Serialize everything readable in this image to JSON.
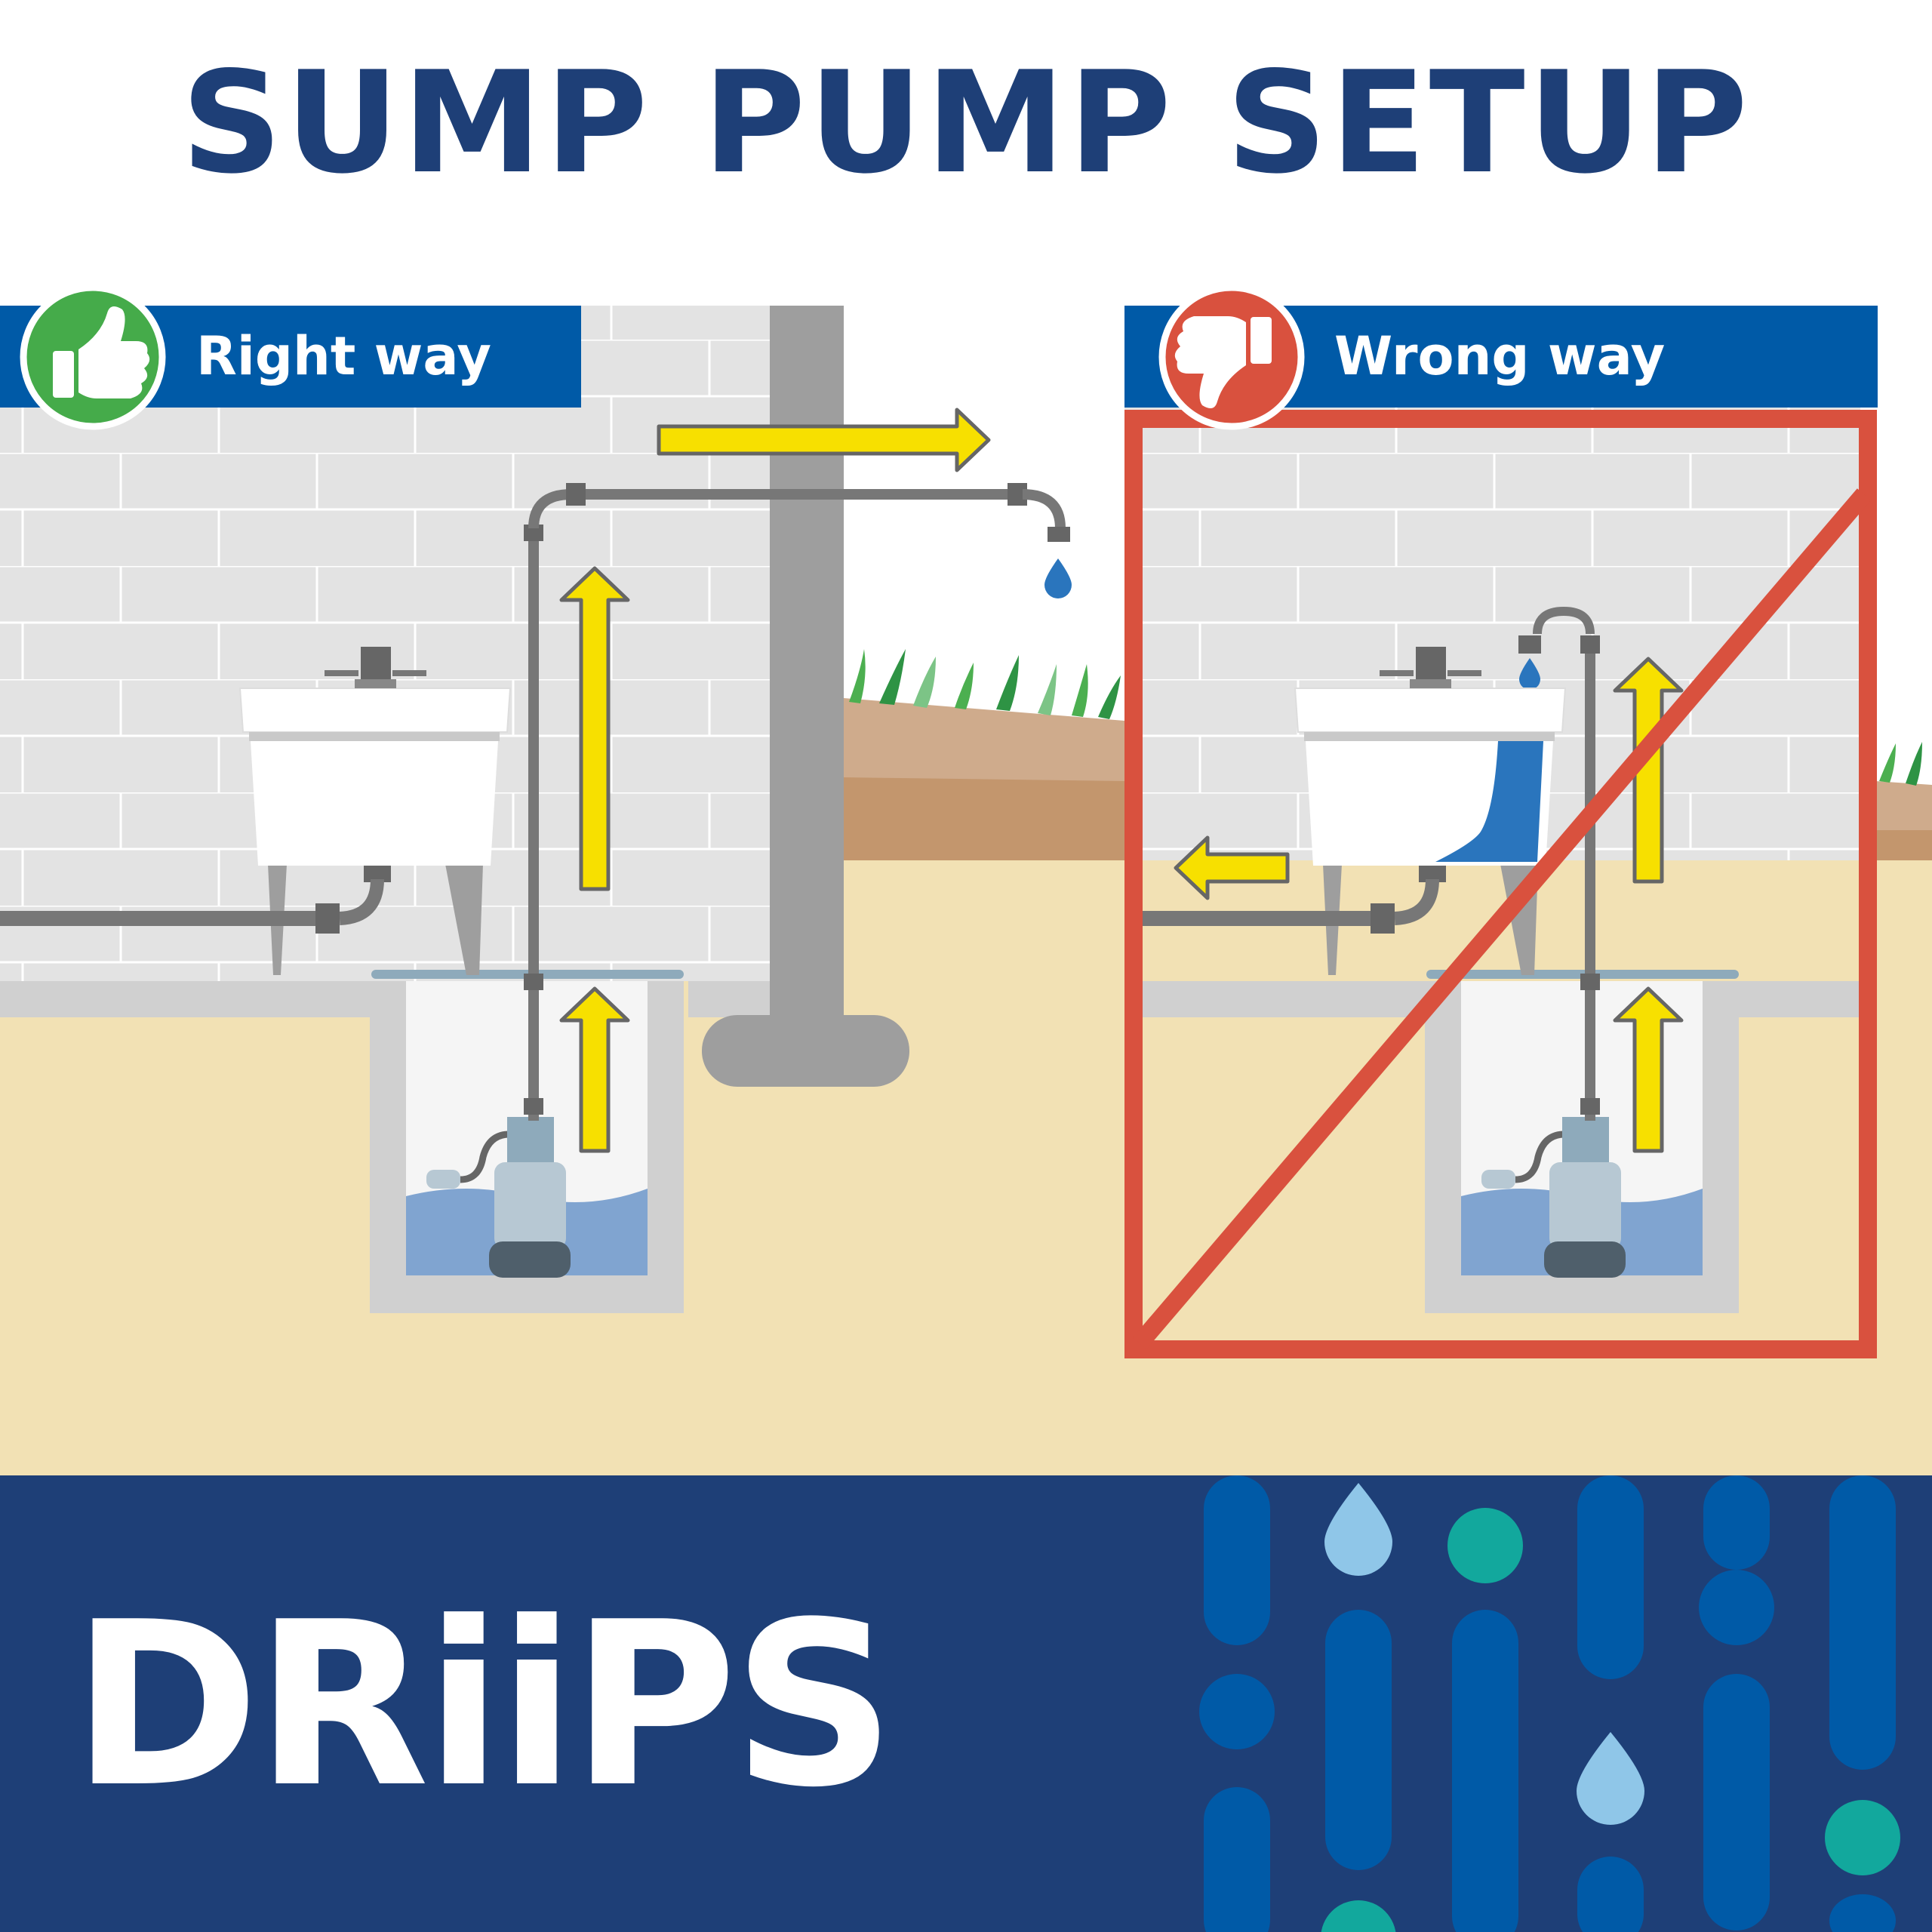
{
  "title": "SUMP PUMP SETUP",
  "right_panel": {
    "label": "Right way",
    "icon": "thumbs-up-icon"
  },
  "wrong_panel": {
    "label": "Wrong way",
    "icon": "thumbs-down-icon"
  },
  "footer": {
    "logo_text": "DRiiPS"
  },
  "colors": {
    "title": "#1e3f77",
    "banner": "#005aa7",
    "good": "#45ab4a",
    "bad": "#d9513e",
    "arrow": "#f7e000",
    "footer": "#1e3f77",
    "soil": "#f2e1b4",
    "wall": "#e3e3e3",
    "water": "#80a4d0"
  }
}
